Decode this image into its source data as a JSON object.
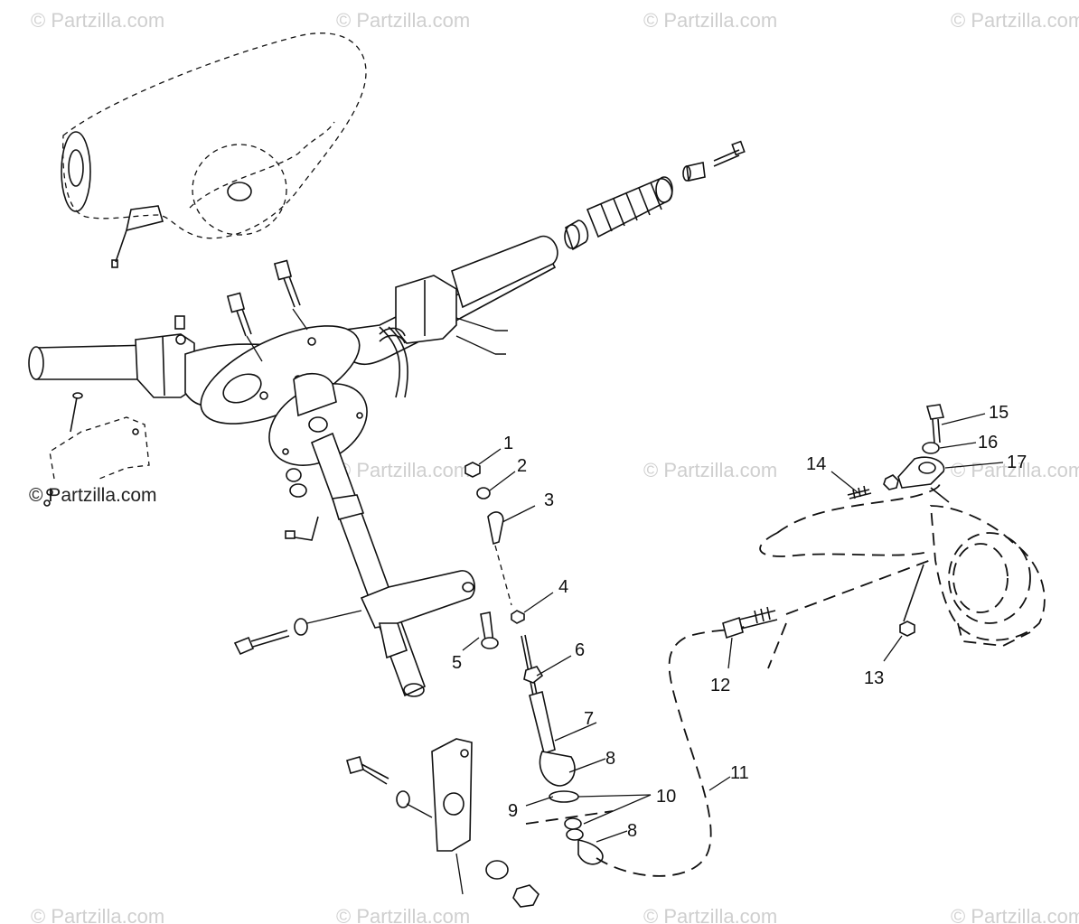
{
  "watermark": {
    "text": "© Partzilla.com",
    "color": "#cfcfcf",
    "dark_color": "#222222"
  },
  "callouts": [
    "1",
    "2",
    "3",
    "4",
    "5",
    "6",
    "7",
    "8",
    "9",
    "10",
    "11",
    "12",
    "13",
    "14",
    "15",
    "16",
    "17"
  ],
  "parts": {
    "handlebar_cover": "handlebar-cover",
    "handlebar": "handlebar",
    "grip": "grip",
    "steering_post": "steering-post",
    "steering_arm": "steering-arm",
    "throttle_cable": "throttle-cable",
    "carburetor": "carburetor"
  }
}
